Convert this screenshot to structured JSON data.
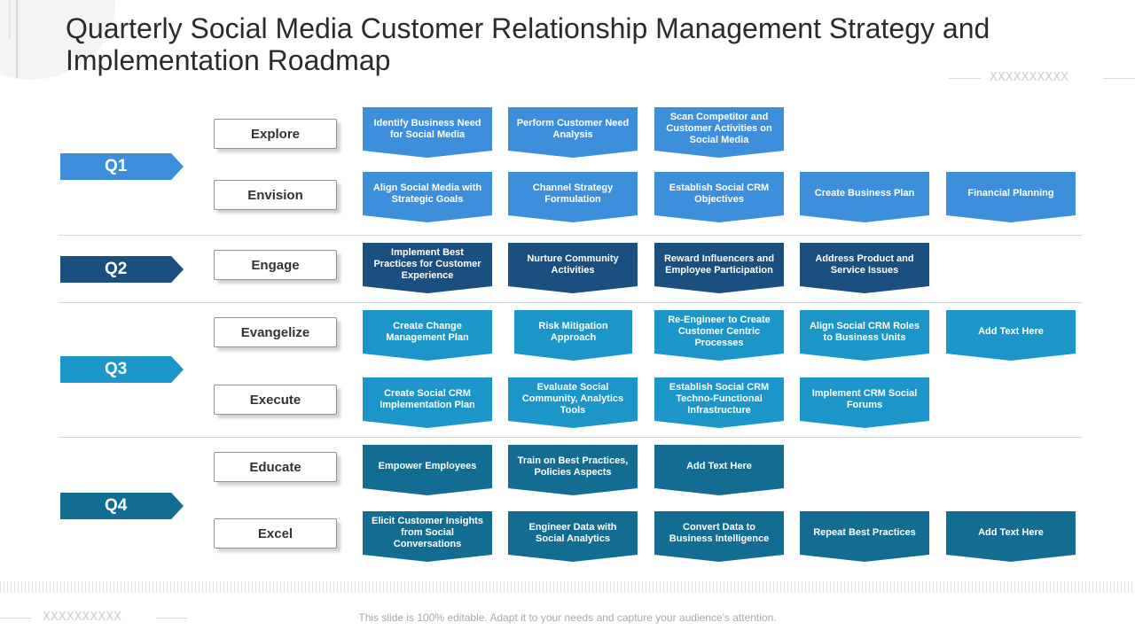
{
  "title": "Quarterly Social Media Customer Relationship Management Strategy and Implementation Roadmap",
  "decor_marks": {
    "top_right": "XXXXXXXXXX",
    "bottom_left": "XXXXXXXXXX"
  },
  "colors": {
    "q1": "#3d8fdc",
    "q2": "#1b4f7f",
    "q3": "#1c96c8",
    "q4": "#136d93"
  },
  "quarters": [
    {
      "label": "Q1",
      "phases": [
        {
          "name": "Explore",
          "tasks": [
            "Identify Business Need for Social Media",
            "Perform Customer Need Analysis",
            "Scan Competitor and Customer Activities on Social Media"
          ]
        },
        {
          "name": "Envision",
          "tasks": [
            "Align Social Media with Strategic Goals",
            "Channel Strategy Formulation",
            "Establish Social CRM Objectives",
            "Create Business Plan",
            "Financial Planning"
          ]
        }
      ]
    },
    {
      "label": "Q2",
      "phases": [
        {
          "name": "Engage",
          "tasks": [
            "Implement Best Practices for Customer Experience",
            "Nurture Community Activities",
            "Reward Influencers and Employee Participation",
            "Address Product and Service Issues"
          ]
        }
      ]
    },
    {
      "label": "Q3",
      "phases": [
        {
          "name": "Evangelize",
          "tasks": [
            "Create Change Management Plan",
            "Risk Mitigation Approach",
            "Re-Engineer to Create Customer Centric Processes",
            "Align Social CRM Roles to Business Units",
            "Add Text Here"
          ]
        },
        {
          "name": "Execute",
          "tasks": [
            "Create Social CRM Implementation Plan",
            "Evaluate Social Community, Analytics Tools",
            "Establish Social CRM Techno-Functional Infrastructure",
            "Implement CRM Social Forums"
          ]
        }
      ]
    },
    {
      "label": "Q4",
      "phases": [
        {
          "name": "Educate",
          "tasks": [
            "Empower Employees",
            "Train on Best Practices, Policies Aspects",
            "Add Text Here"
          ]
        },
        {
          "name": "Excel",
          "tasks": [
            "Elicit Customer Insights from Social Conversations",
            "Engineer Data with Social Analytics",
            "Convert Data to Business Intelligence",
            "Repeat Best Practices",
            "Add Text Here"
          ]
        }
      ]
    }
  ],
  "footer": "This slide is 100% editable. Adapt it to your needs and capture your audience's attention."
}
